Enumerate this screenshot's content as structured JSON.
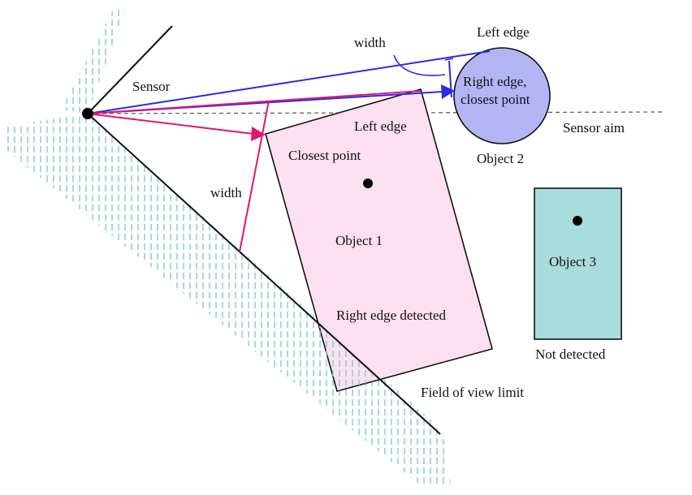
{
  "diagram": {
    "labels": {
      "sensor": "Sensor",
      "sensor_aim": "Sensor aim",
      "field_of_view_limit": "Field of view limit",
      "width_top": "width",
      "width_left": "width",
      "object2_left_edge": "Left edge",
      "object2_right_edge_line1": "Right edge,",
      "object2_right_edge_line2": "closest point",
      "object2_name": "Object 2",
      "object1_left_edge": "Left edge",
      "object1_closest_point": "Closest point",
      "object1_name": "Object 1",
      "object1_right_edge": "Right edge detected",
      "object3_name": "Object 3",
      "object3_status": "Not detected"
    },
    "colors": {
      "object1_fill": "#fde0f0",
      "object2_fill": "#b4b4f5",
      "object3_fill": "#a9dcdc",
      "hatch": "#8fd0cf",
      "blue_rays": "#2a2ae6",
      "magenta_rays": "#e0166e",
      "outline": "#111111",
      "aim_line": "#555555"
    }
  }
}
